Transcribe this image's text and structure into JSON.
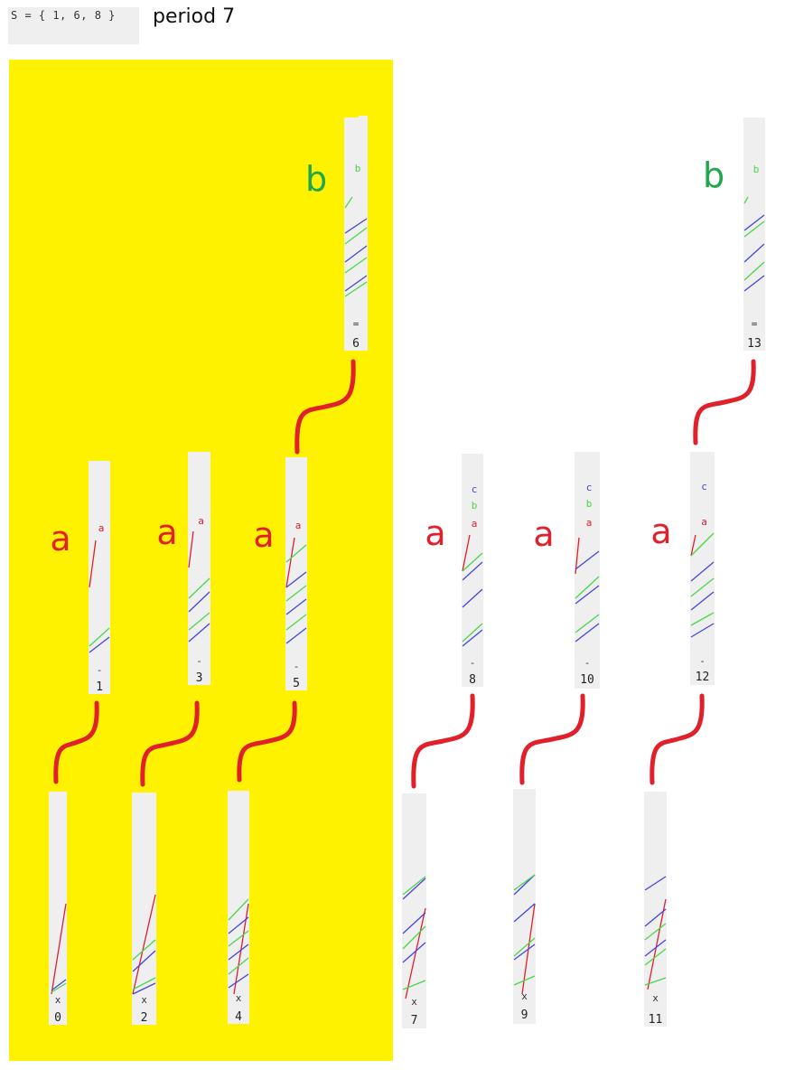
{
  "header": {
    "set_label": "S = { 1, 6, 8 }",
    "period_label": "period 7"
  },
  "colors": {
    "panel": "#fff200",
    "connector": "#e0202a",
    "strip": "#efefef",
    "red": "#e0202a",
    "green": "#1fa84a",
    "blue": "#3a3ad8",
    "line_green": "#48d848",
    "line_blue": "#4444e0"
  },
  "marker_glyphs": {
    "tiny": "-",
    "double": "=",
    "x": "x"
  },
  "strips": [
    {
      "id": "s0",
      "number": "0",
      "marker": "x"
    },
    {
      "id": "s1",
      "number": "1",
      "marker": "-"
    },
    {
      "id": "s2",
      "number": "2",
      "marker": "x"
    },
    {
      "id": "s3",
      "number": "3",
      "marker": "-"
    },
    {
      "id": "s4",
      "number": "4",
      "marker": "x"
    },
    {
      "id": "s5",
      "number": "5",
      "marker": "-"
    },
    {
      "id": "s6",
      "number": "6",
      "marker": "="
    },
    {
      "id": "s7",
      "number": "7",
      "marker": "x"
    },
    {
      "id": "s8",
      "number": "8",
      "marker": "-"
    },
    {
      "id": "s9",
      "number": "9",
      "marker": "x"
    },
    {
      "id": "s10",
      "number": "10",
      "marker": "-"
    },
    {
      "id": "s11",
      "number": "11",
      "marker": "x"
    },
    {
      "id": "s12",
      "number": "12",
      "marker": "-"
    },
    {
      "id": "s13",
      "number": "13",
      "marker": "="
    }
  ],
  "labels": {
    "a": "a",
    "b": "b",
    "c": "c"
  }
}
